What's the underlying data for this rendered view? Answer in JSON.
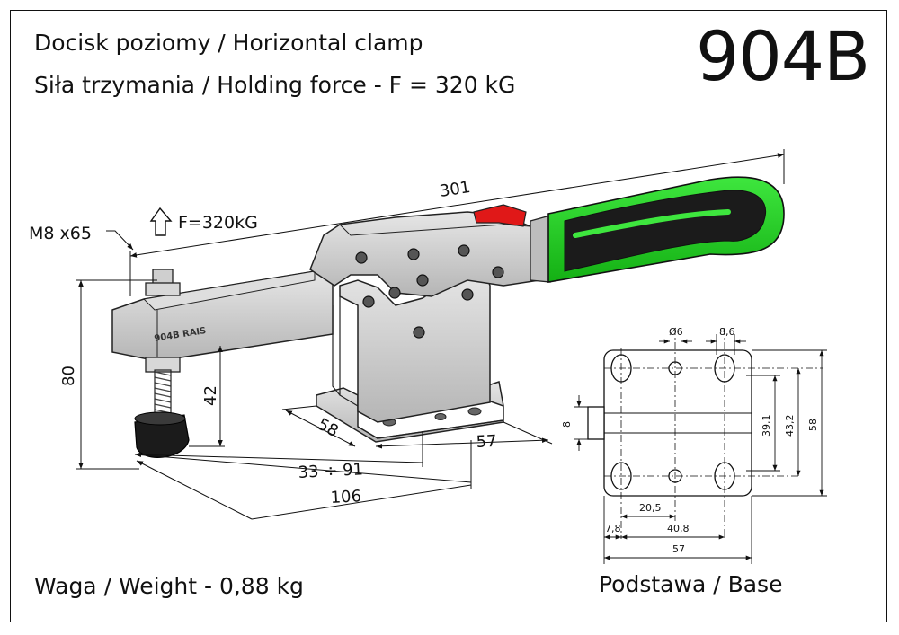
{
  "header": {
    "line1": "Docisk poziomy / Horizontal clamp",
    "line2": "Siła trzymania / Holding force - F = 320 kG",
    "model": "904B"
  },
  "footer": {
    "weight": "Waga / Weight - 0,88 kg",
    "base_caption": "Podstawa / Base"
  },
  "clamp_labels": {
    "spindle": "M8 x65",
    "force": "F=320kG",
    "arm_marking": "904B RAIS"
  },
  "clamp_dimensions": {
    "overall_length": "301",
    "height": "80",
    "spindle_height": "42",
    "base_depth": "58",
    "base_width": "57",
    "reach_range": "33 ÷ 91",
    "reach_total": "106"
  },
  "base_dimensions": {
    "hole_diameter": "Ø6",
    "slot_width": "8,6",
    "offset": "8",
    "hole_spacing_v1": "39,1",
    "hole_spacing_v2": "43,2",
    "height": "58",
    "hole_spacing_h1": "20,5",
    "edge_offset": "7,8",
    "hole_spacing_h2": "40,8",
    "width": "57"
  },
  "colors": {
    "metal": "#c9c9c9",
    "metal_dark": "#8d8d8d",
    "handle_green": "#1fd31f",
    "handle_black": "#1b1b1b",
    "latch_red": "#e01818"
  }
}
